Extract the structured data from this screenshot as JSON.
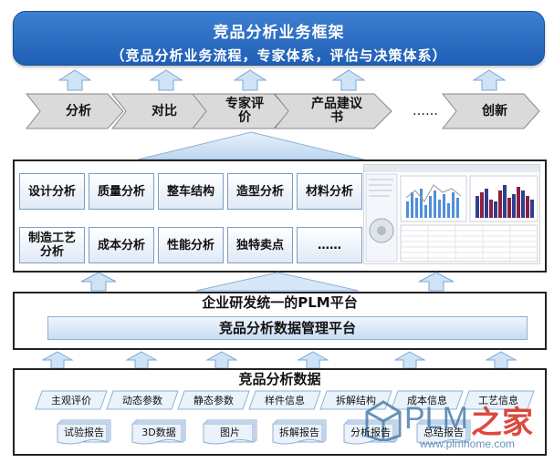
{
  "banner": {
    "title": "竞品分析业务框架",
    "subtitle": "（竞品分析业务流程，专家体系，评估与决策体系）"
  },
  "process_steps": [
    "分析",
    "对比",
    "专家评\n价",
    "产品建议\n书",
    "……",
    "创新"
  ],
  "analysis_tiles": {
    "row1": [
      "设计分析",
      "质量分析",
      "整车结构",
      "造型分析",
      "材料分析"
    ],
    "row2": [
      "制造工艺\n分析",
      "成本分析",
      "性能分析",
      "独特卖点",
      "……"
    ]
  },
  "platform": {
    "title": "企业研发统一的PLM平台",
    "bar_label": "竞品分析数据管理平台"
  },
  "data_section": {
    "title": "竞品分析数据",
    "parameters": [
      "主观评价",
      "动态参数",
      "静态参数",
      "样件信息",
      "拆解结构",
      "成本信息",
      "工艺信息"
    ],
    "documents": [
      "试验报告",
      "3D数据",
      "图片",
      "拆解报告",
      "分析报告",
      "总结报告"
    ]
  },
  "watermark": {
    "logo_text": "PLM",
    "logo_cn": "之家",
    "url": "www.plmhome.com"
  },
  "colors": {
    "banner_blue": "#2a6cc4",
    "chevron_fill": "#d9d9d9",
    "arrow_fill": "#cfe3f7",
    "tile_border": "#7e9cc3",
    "logo_red": "#d62b1e",
    "logo_blue": "#4d7fae"
  }
}
